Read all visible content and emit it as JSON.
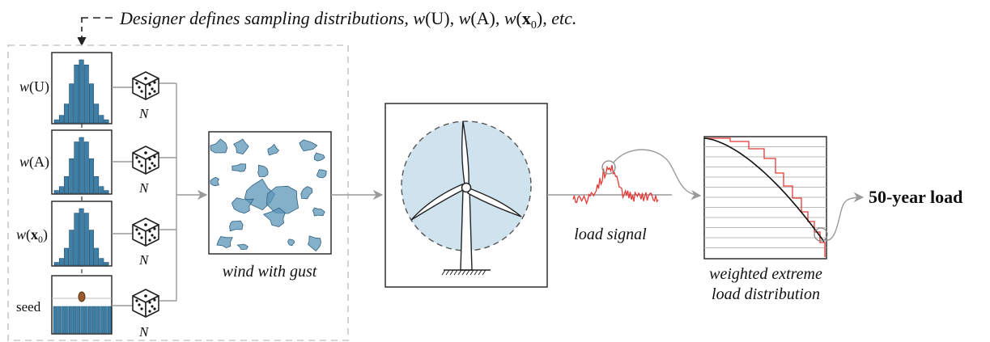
{
  "header": {
    "prefix": "Designer defines sampling distributions, ",
    "w1": "w",
    "u": "(U)",
    "sep1": ", ",
    "w2": "w",
    "a": "(A)",
    "sep2": ", ",
    "w3": "w",
    "x0open": "(",
    "x0": "x",
    "x0sub": "0",
    "x0close": ")",
    "sep3": ", ",
    "etc": "etc."
  },
  "distributions": [
    {
      "w": "w",
      "arg": "(U)",
      "sub": ""
    },
    {
      "w": "w",
      "arg": "(A)",
      "sub": ""
    },
    {
      "w": "w",
      "arg": "x",
      "sub": "0"
    }
  ],
  "histogram_levels": [
    0.05,
    0.12,
    0.3,
    0.62,
    0.92,
    1.0,
    0.92,
    0.62,
    0.3,
    0.12,
    0.05
  ],
  "seed_label": "seed",
  "sample_count_label": "N",
  "wind_caption": "wind with gust",
  "load_signal_caption": "load signal",
  "distribution_caption_line1": "weighted extreme",
  "distribution_caption_line2": "load distribution",
  "result_label": "50-year load",
  "colors": {
    "histogram": "#3d7fa6",
    "gust": "#5b95b8",
    "rotor_disc": "#cfe3ee",
    "signal": "#e53935",
    "arrow": "#9a9a9a",
    "dash_box": "#c8c8c8"
  },
  "icons": [
    "die-icon",
    "seed-icon",
    "wind-turbine-icon",
    "arrow-icon"
  ]
}
